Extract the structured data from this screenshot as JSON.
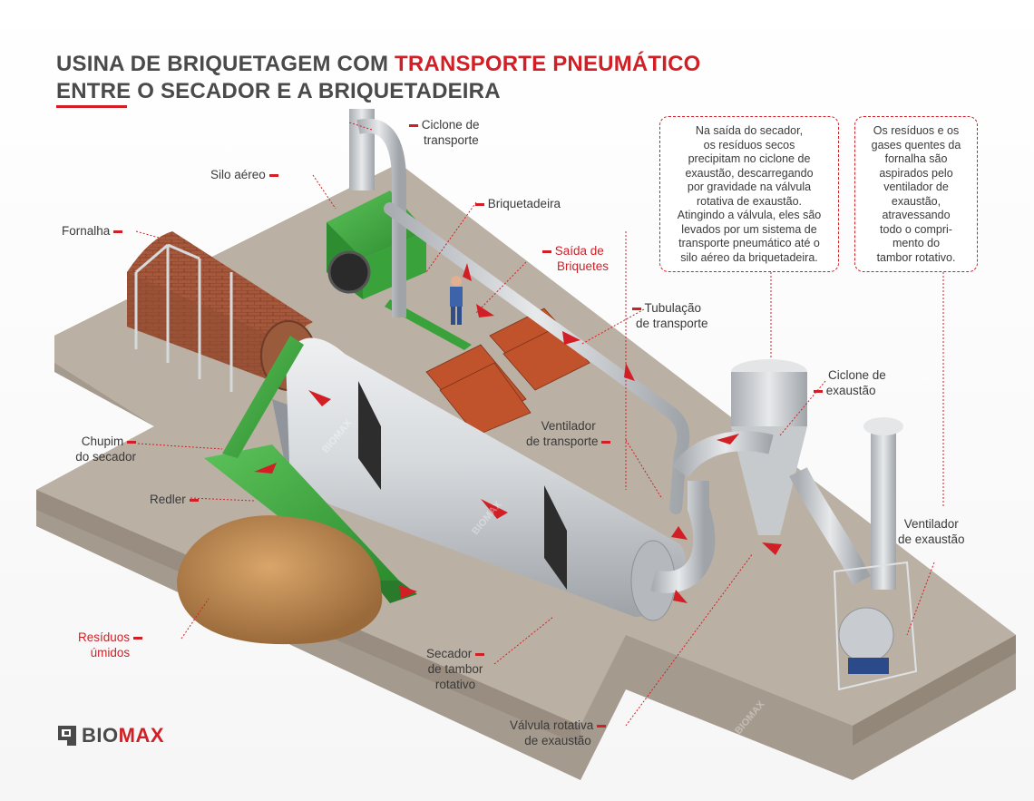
{
  "title": {
    "line1_prefix": "USINA DE BRIQUETAGEM COM ",
    "line1_highlight": "TRANSPORTE PNEUMÁTICO",
    "line2": "ENTRE O SECADOR E A BRIQUETADEIRA"
  },
  "labels": {
    "ciclone_transporte": [
      "Ciclone de",
      "transporte"
    ],
    "silo_aereo": "Silo aéreo",
    "briquetadeira": "Briquetadeira",
    "fornalha": "Fornalha",
    "saida_briquetes": [
      "Saída de",
      "Briquetes"
    ],
    "tubulacao_transporte": [
      "Tubulação",
      "de transporte"
    ],
    "ciclone_exaustao": [
      "Ciclone de",
      "exaustão"
    ],
    "ventilador_transporte": [
      "Ventilador",
      "de transporte"
    ],
    "chupim_secador": [
      "Chupim",
      "do secador"
    ],
    "redler": "Redler",
    "ventilador_exaustao": [
      "Ventilador",
      "de exaustão"
    ],
    "residuos_umidos": [
      "Resíduos",
      "úmidos"
    ],
    "secador_tambor": [
      "Secador",
      "de tambor",
      "rotativo"
    ],
    "valvula_rotativa": [
      "Válvula rotativa",
      "de exaustão"
    ]
  },
  "notes": {
    "left": [
      "Na saída do secador,",
      "os resíduos secos",
      "precipitam no ciclone de",
      "exaustão, descarregando",
      "por gravidade na válvula",
      "rotativa de exaustão.",
      "Atingindo a válvula, eles são",
      "levados por um sistema de",
      "transporte pneumático até o",
      "silo  aéreo da briquetadeira."
    ],
    "right": [
      "Os resíduos e os",
      "gases quentes da",
      "fornalha são",
      "aspirados pelo",
      "ventilador de",
      "exaustão,",
      "atravessando",
      "todo o compri-",
      "mento do",
      "tambor rotativo."
    ]
  },
  "watermark": "BIOMAX",
  "logo": {
    "prefix": "BIO",
    "suffix": "MAX"
  },
  "colors": {
    "accent": "#d21f26",
    "machine_green": "#3aa23a",
    "steel": "#c9cccf",
    "brick": "#b5542c",
    "floor": "#b8ada1"
  }
}
